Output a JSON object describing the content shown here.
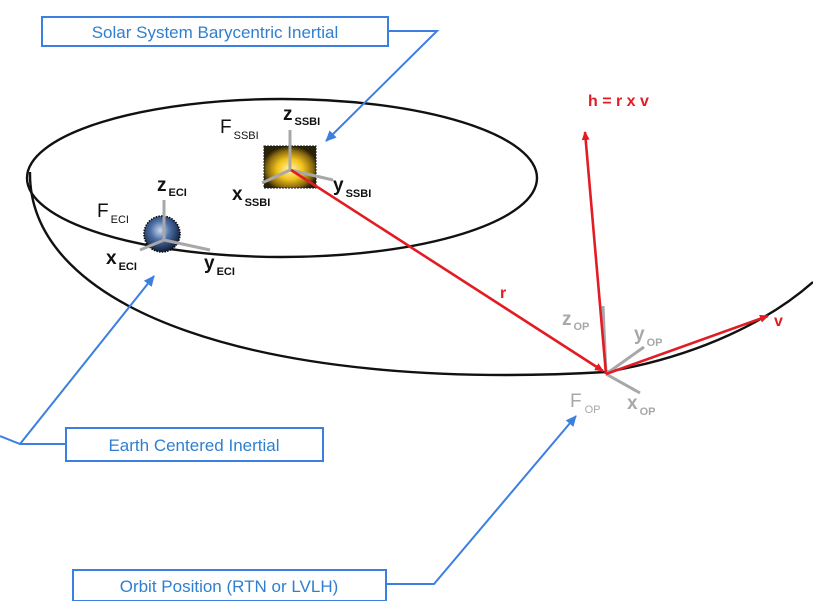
{
  "callouts": {
    "ssbi": "Solar System Barycentric Inertial",
    "eci": "Earth Centered Inertial",
    "op": "Orbit Position (RTN or LVLH)"
  },
  "ssbi_frame": {
    "frame_main": "F",
    "frame_sub": "SSBI",
    "z_main": "z",
    "z_sub": "SSBI",
    "x_main": "x",
    "x_sub": "SSBI",
    "y_main": "y",
    "y_sub": "SSBI"
  },
  "eci_frame": {
    "frame_main": "F",
    "frame_sub": "ECI",
    "z_main": "z",
    "z_sub": "ECI",
    "x_main": "x",
    "x_sub": "ECI",
    "y_main": "y",
    "y_sub": "ECI"
  },
  "op_frame": {
    "frame_main": "F",
    "frame_sub": "OP",
    "z_main": "z",
    "z_sub": "OP",
    "x_main": "x",
    "x_sub": "OP",
    "y_main": "y",
    "y_sub": "OP"
  },
  "vectors": {
    "h_label": "h = r x v",
    "r_label": "r",
    "v_label": "v"
  },
  "colors": {
    "callout": "#2f7fd0",
    "vector": "#e31b23",
    "op_axes": "#a8a8a8"
  }
}
